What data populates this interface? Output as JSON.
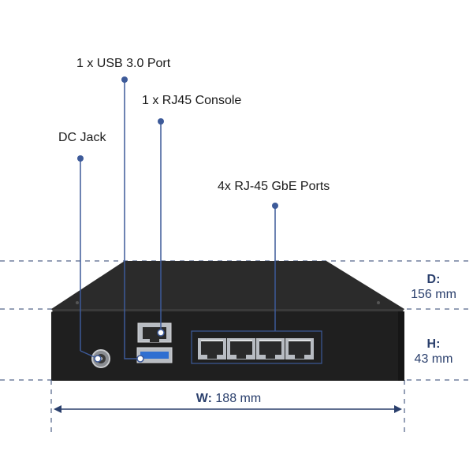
{
  "colors": {
    "callout": "#3d5a99",
    "dimension": "#2a3f6c",
    "device_body": "#1f1f1f",
    "device_top": "#2b2b2b",
    "port_metal": "#b8bcc2",
    "usb_blue": "#2f6fd1"
  },
  "callouts": [
    {
      "id": "usb",
      "label": "1 x USB 3.0 Port"
    },
    {
      "id": "console",
      "label": "1 x RJ45 Console"
    },
    {
      "id": "dc",
      "label": "DC Jack"
    },
    {
      "id": "lan",
      "label": "4x RJ-45 GbE Ports"
    }
  ],
  "dimensions": {
    "depth": {
      "key": "D:",
      "value": "156 mm"
    },
    "height": {
      "key": "H:",
      "value": "43 mm"
    },
    "width": {
      "key": "W:",
      "value": "188 mm"
    }
  },
  "icons": {
    "callout_dot": "filled-circle",
    "dc_jack": "round-connector",
    "rj45_port": "ethernet-port",
    "usb_port": "usb-a-port"
  }
}
